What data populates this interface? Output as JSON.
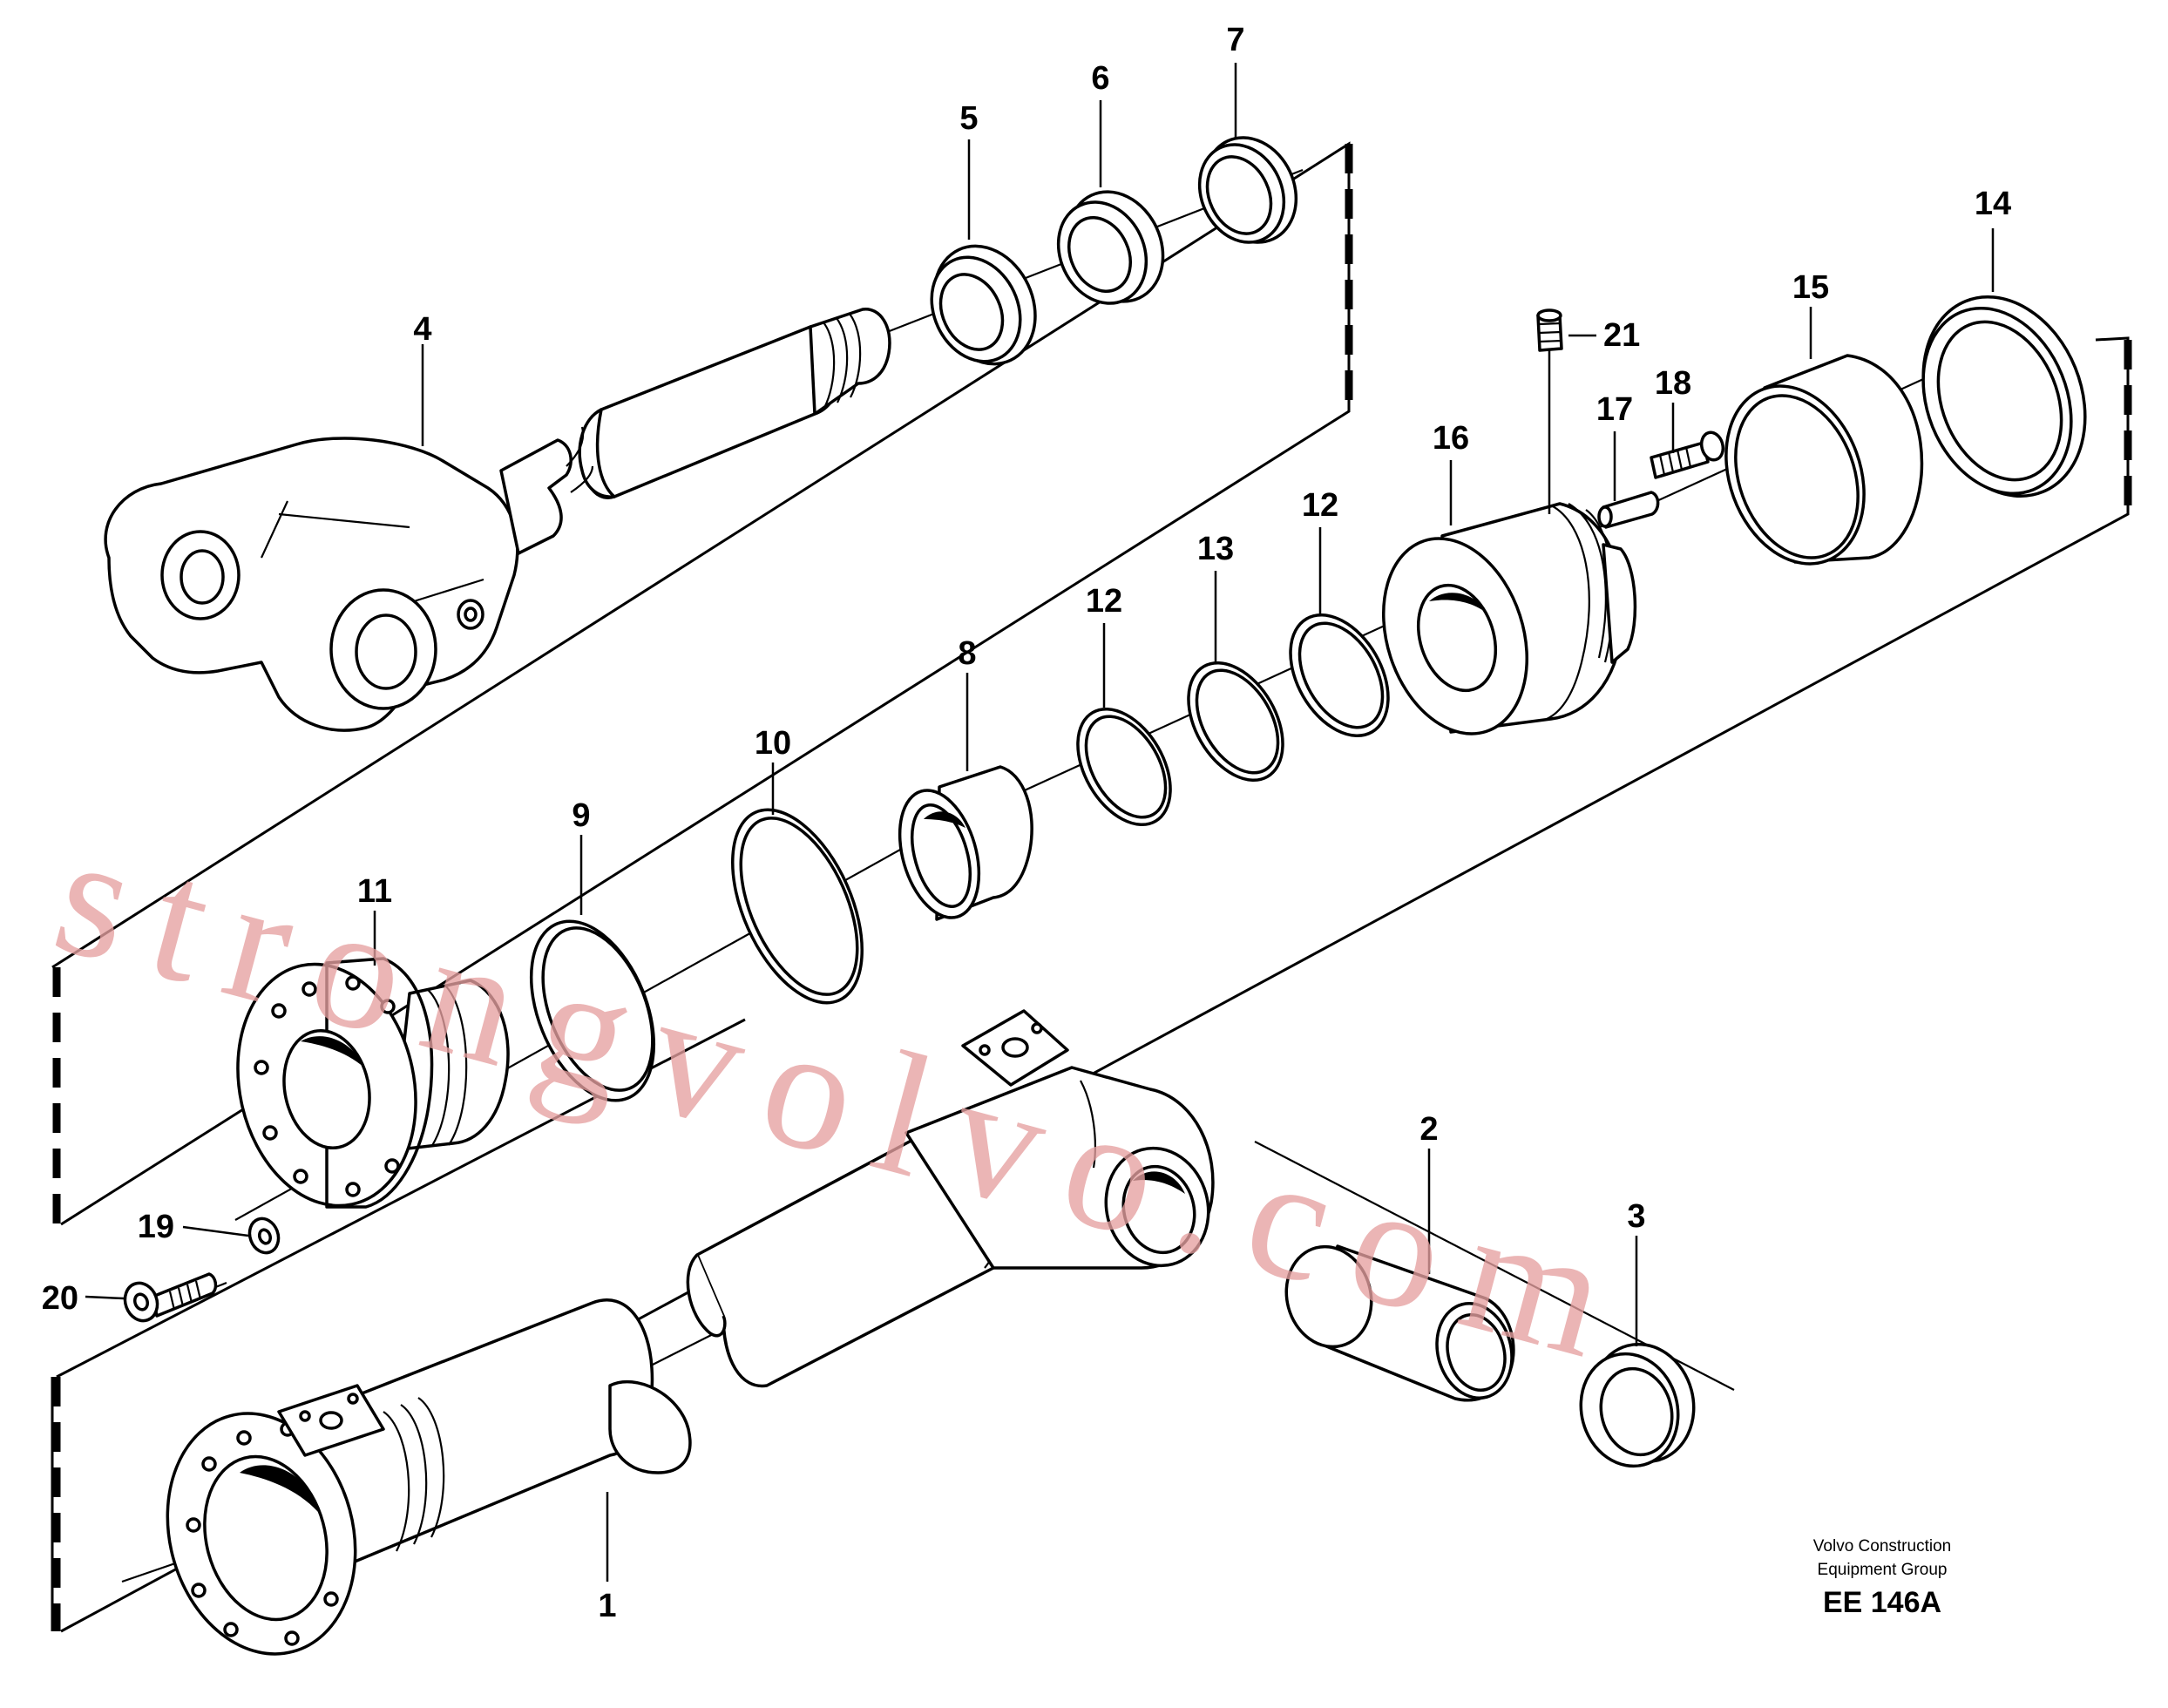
{
  "diagram": {
    "callouts": [
      {
        "id": "c7",
        "label": "7"
      },
      {
        "id": "c6",
        "label": "6"
      },
      {
        "id": "c5",
        "label": "5"
      },
      {
        "id": "c4",
        "label": "4"
      },
      {
        "id": "c14",
        "label": "14"
      },
      {
        "id": "c15",
        "label": "15"
      },
      {
        "id": "c21",
        "label": "21"
      },
      {
        "id": "c18",
        "label": "18"
      },
      {
        "id": "c17",
        "label": "17"
      },
      {
        "id": "c16",
        "label": "16"
      },
      {
        "id": "c12a",
        "label": "12"
      },
      {
        "id": "c13",
        "label": "13"
      },
      {
        "id": "c12b",
        "label": "12"
      },
      {
        "id": "c8",
        "label": "8"
      },
      {
        "id": "c10",
        "label": "10"
      },
      {
        "id": "c9",
        "label": "9"
      },
      {
        "id": "c11",
        "label": "11"
      },
      {
        "id": "c2",
        "label": "2"
      },
      {
        "id": "c3",
        "label": "3"
      },
      {
        "id": "c19",
        "label": "19"
      },
      {
        "id": "c20",
        "label": "20"
      },
      {
        "id": "c1",
        "label": "1"
      }
    ],
    "credit_line1": "Volvo Construction",
    "credit_line2": "Equipment Group",
    "drawing_code": "EE 146A"
  },
  "watermark": "strongvolvo.com",
  "colors": {
    "ink": "#000000",
    "paper": "#ffffff",
    "watermark": "#e6a0a0"
  }
}
